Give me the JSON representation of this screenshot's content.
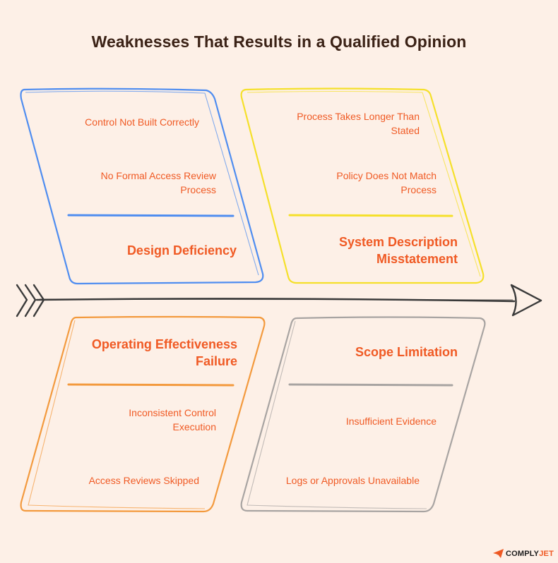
{
  "title": "Weaknesses That Results in a Qualified Opinion",
  "colors": {
    "background": "#fdf0e7",
    "text_accent": "#f05a24",
    "design": "#4f8df0",
    "system": "#f5e02a",
    "operating": "#f39a3e",
    "scope": "#a8a4a2",
    "spine": "#3a3a3a"
  },
  "categories": {
    "design": {
      "heading": "Design Deficiency",
      "causes": [
        "Control Not Built Correctly",
        "No Formal Access Review Process"
      ]
    },
    "system": {
      "heading": "System Description Misstatement",
      "causes": [
        "Process Takes Longer Than Stated",
        "Policy Does Not Match Process"
      ]
    },
    "operating": {
      "heading": "Operating Effectiveness Failure",
      "causes": [
        "Inconsistent Control Execution",
        "Access Reviews Skipped"
      ]
    },
    "scope": {
      "heading": "Scope Limitation",
      "causes": [
        "Insufficient Evidence",
        "Logs or Approvals Unavailable"
      ]
    }
  },
  "logo": {
    "icon": "paper-plane-icon",
    "part1": "COMPLY",
    "part2": "JET"
  }
}
